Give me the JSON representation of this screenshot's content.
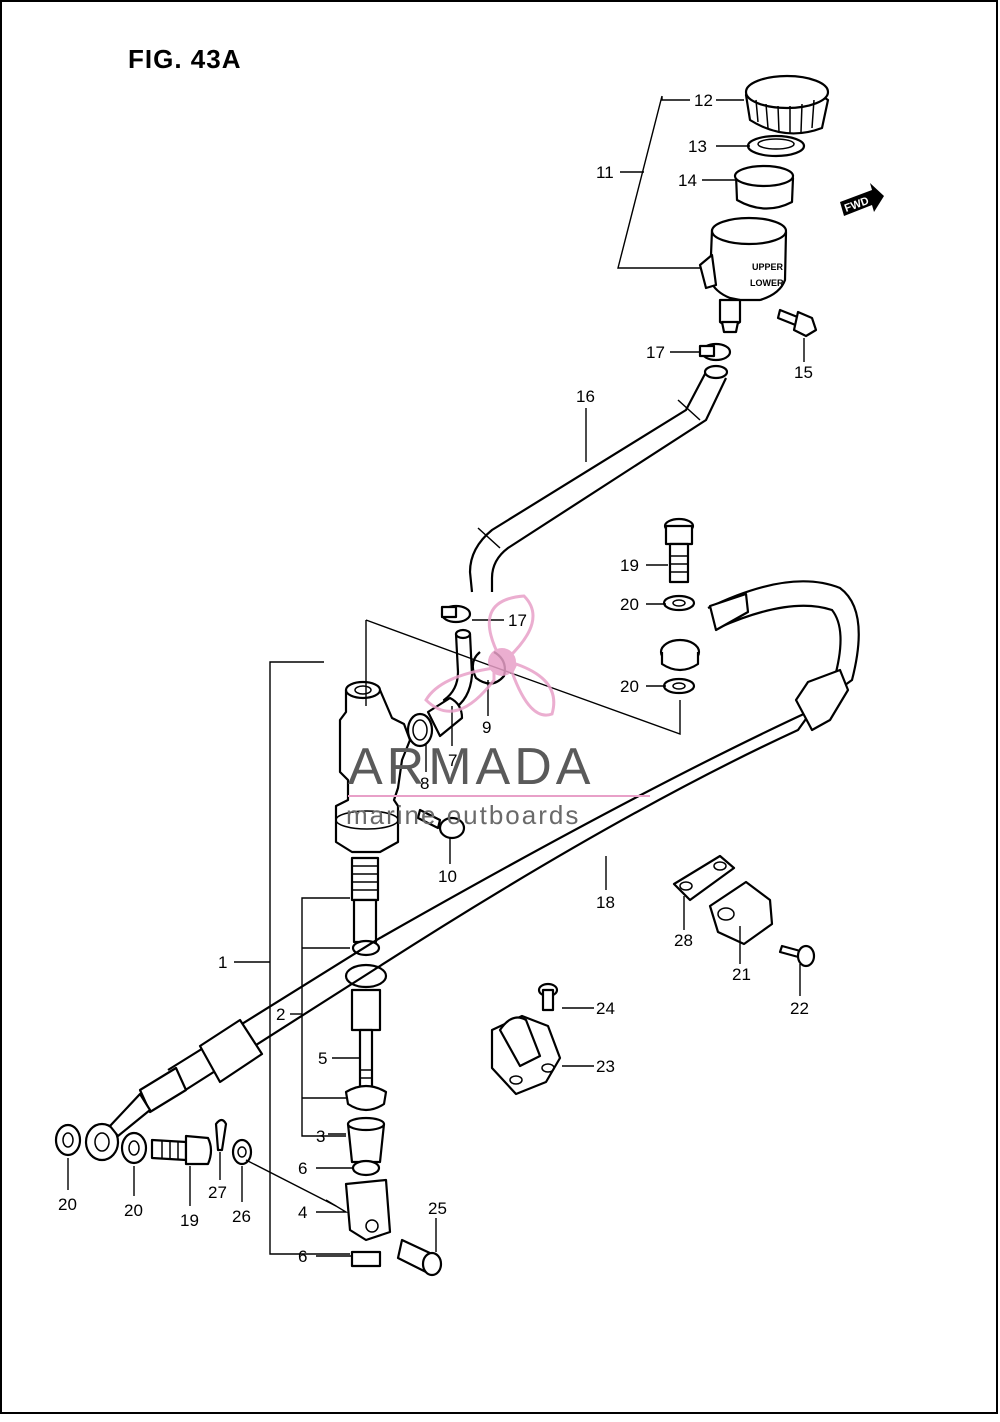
{
  "figure": {
    "title": "FIG. 43A"
  },
  "watermark": {
    "brand": "ARMADA",
    "tagline": "marine outboards",
    "accent_color": "#e8a0c8"
  },
  "embossed": {
    "upper": "UPPER",
    "lower": "LOWER",
    "fwd": "FWD"
  },
  "callouts": [
    {
      "id": "c12",
      "text": "12"
    },
    {
      "id": "c13",
      "text": "13"
    },
    {
      "id": "c11",
      "text": "11"
    },
    {
      "id": "c14",
      "text": "14"
    },
    {
      "id": "c15",
      "text": "15"
    },
    {
      "id": "c17a",
      "text": "17"
    },
    {
      "id": "c16",
      "text": "16"
    },
    {
      "id": "c19a",
      "text": "19"
    },
    {
      "id": "c20a",
      "text": "20"
    },
    {
      "id": "c17b",
      "text": "17"
    },
    {
      "id": "c20b",
      "text": "20"
    },
    {
      "id": "c9",
      "text": "9"
    },
    {
      "id": "c7",
      "text": "7"
    },
    {
      "id": "c8",
      "text": "8"
    },
    {
      "id": "c10",
      "text": "10"
    },
    {
      "id": "c18",
      "text": "18"
    },
    {
      "id": "c28",
      "text": "28"
    },
    {
      "id": "c21",
      "text": "21"
    },
    {
      "id": "c22",
      "text": "22"
    },
    {
      "id": "c1",
      "text": "1"
    },
    {
      "id": "c2",
      "text": "2"
    },
    {
      "id": "c24",
      "text": "24"
    },
    {
      "id": "c5",
      "text": "5"
    },
    {
      "id": "c23",
      "text": "23"
    },
    {
      "id": "c3",
      "text": "3"
    },
    {
      "id": "c6a",
      "text": "6"
    },
    {
      "id": "c4",
      "text": "4"
    },
    {
      "id": "c25",
      "text": "25"
    },
    {
      "id": "c6b",
      "text": "6"
    },
    {
      "id": "c20c",
      "text": "20"
    },
    {
      "id": "c20d",
      "text": "20"
    },
    {
      "id": "c19b",
      "text": "19"
    },
    {
      "id": "c27",
      "text": "27"
    },
    {
      "id": "c26",
      "text": "26"
    }
  ]
}
